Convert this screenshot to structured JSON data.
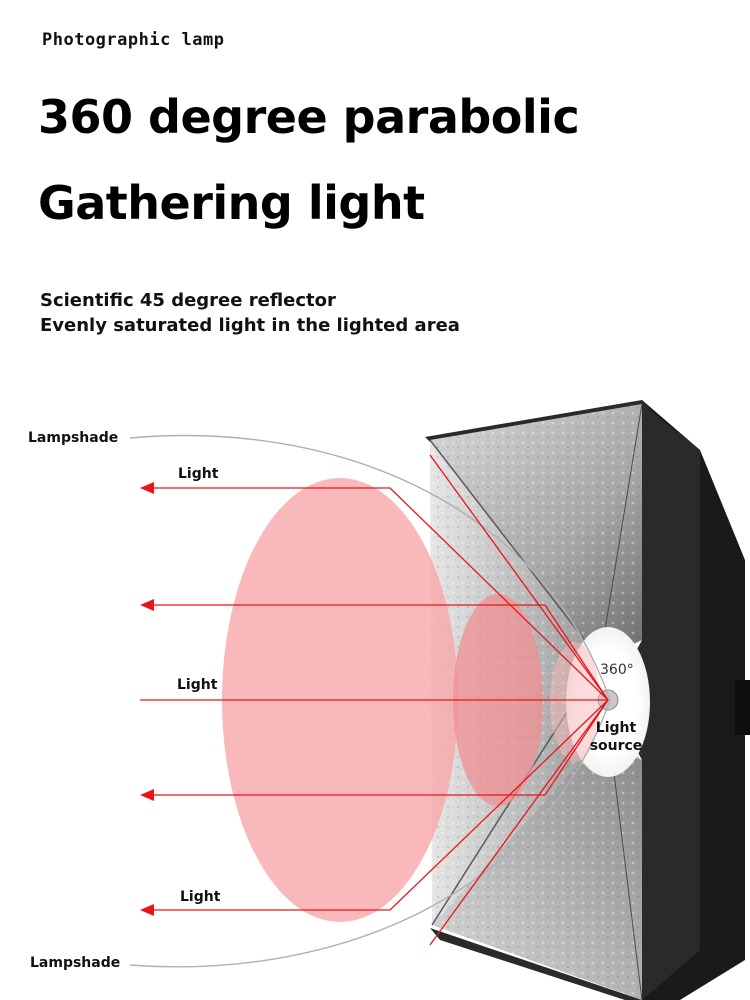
{
  "brand": "Photographic lamp",
  "headline": {
    "line1": "360 degree parabolic",
    "line2": "Gathering light"
  },
  "subhead": {
    "line1": "Scientific 45 degree reflector",
    "line2": "Evenly saturated light in the lighted area"
  },
  "diagram": {
    "lampshade_top": "Lampshade",
    "lampshade_bottom": "Lampshade",
    "light_top": "Light",
    "light_middle": "Light",
    "light_bottom": "Light",
    "angle": "360°",
    "source_line1": "Light",
    "source_line2": "source",
    "colors": {
      "ray": "#e8161b",
      "glow": "#f7a7a9",
      "reflector": "#8c8c8c",
      "frame": "#1a1a1a"
    }
  }
}
